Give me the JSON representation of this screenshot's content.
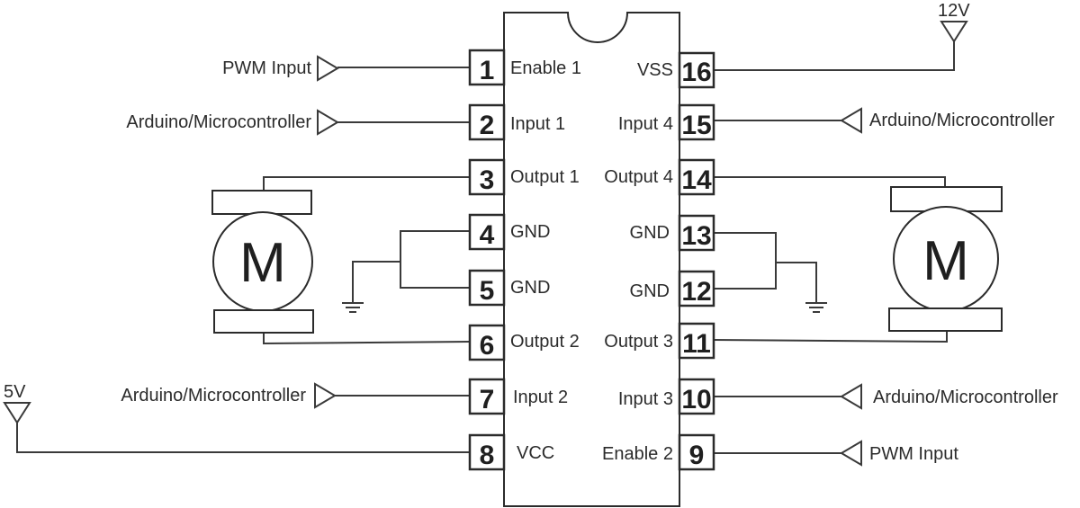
{
  "chip": {
    "left_pins": [
      {
        "num": "1",
        "name": "Enable 1"
      },
      {
        "num": "2",
        "name": "Input 1"
      },
      {
        "num": "3",
        "name": "Output 1"
      },
      {
        "num": "4",
        "name": "GND"
      },
      {
        "num": "5",
        "name": "GND"
      },
      {
        "num": "6",
        "name": "Output 2"
      },
      {
        "num": "7",
        "name": "Input 2"
      },
      {
        "num": "8",
        "name": "VCC"
      }
    ],
    "right_pins": [
      {
        "num": "16",
        "name": "VSS"
      },
      {
        "num": "15",
        "name": "Input 4"
      },
      {
        "num": "14",
        "name": "Output 4"
      },
      {
        "num": "13",
        "name": "GND"
      },
      {
        "num": "12",
        "name": "GND"
      },
      {
        "num": "11",
        "name": "Output 3"
      },
      {
        "num": "10",
        "name": "Input 3"
      },
      {
        "num": "9",
        "name": "Enable 2"
      }
    ]
  },
  "signals": {
    "pwm_left": "PWM Input",
    "arduino_left_1": "Arduino/Microcontroller",
    "arduino_left_2": "Arduino/Microcontroller",
    "arduino_right_1": "Arduino/Microcontroller",
    "arduino_right_2": "Arduino/Microcontroller",
    "pwm_right": "PWM Input"
  },
  "power": {
    "v12": "12V",
    "v5": "5V"
  },
  "motors": {
    "left_label": "M",
    "right_label": "M"
  }
}
